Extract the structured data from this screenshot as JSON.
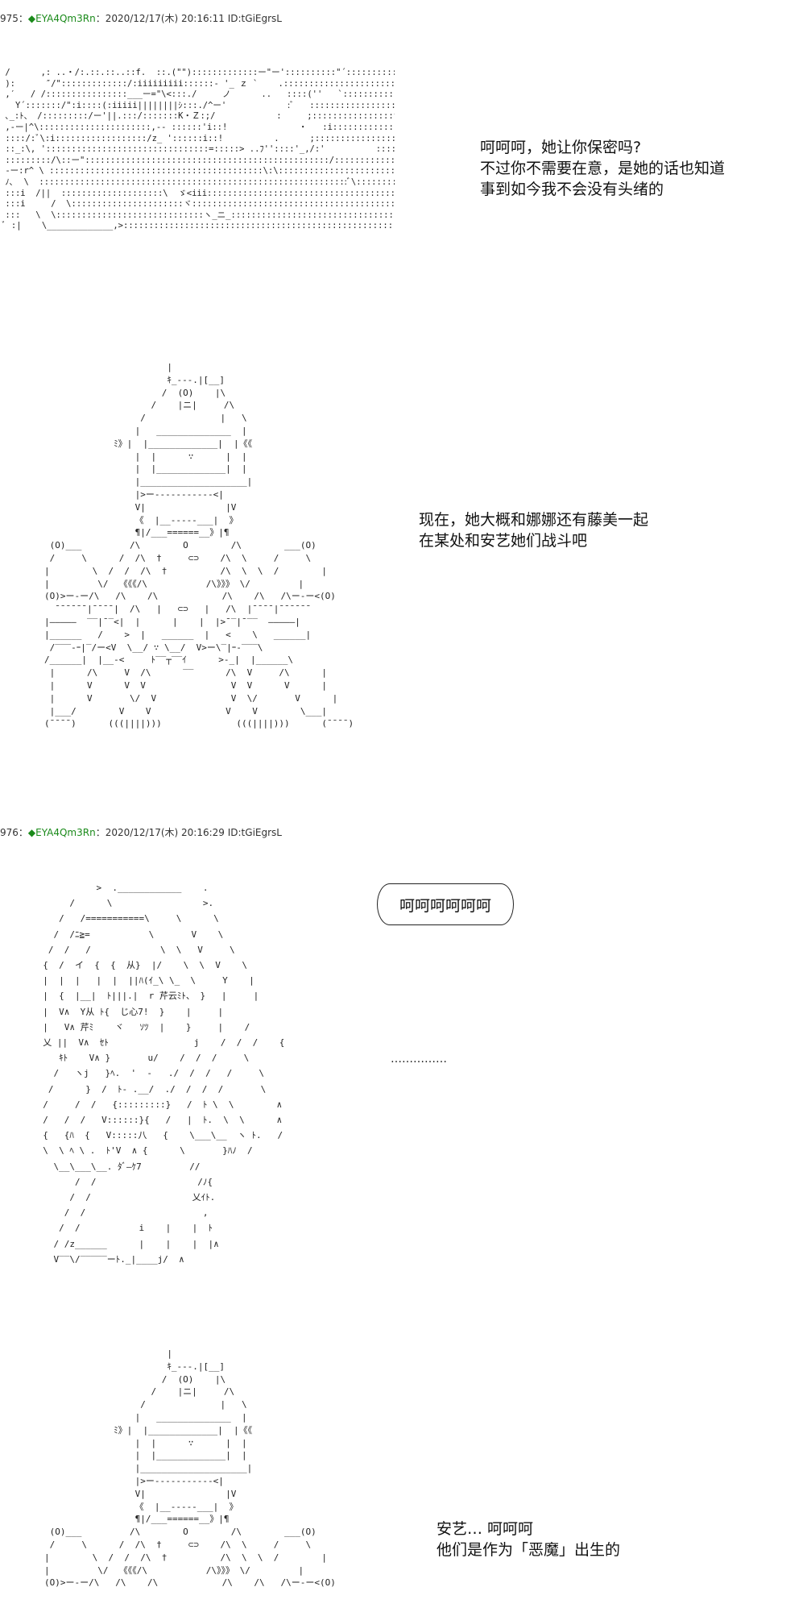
{
  "posts": [
    {
      "number": "975",
      "separator": "：",
      "name": "◆EYA4Qm3Rn",
      "meta": "：2020/12/17(木) 20:16:11 ID:tGiEgrsL"
    },
    {
      "number": "976",
      "separator": "：",
      "name": "◆EYA4Qm3Rn",
      "meta": "：2020/12/17(木) 20:16:29 ID:tGiEgrsL"
    }
  ],
  "dialogs": {
    "d1_line1": "呵呵呵，她让你保密吗?",
    "d1_line2": "不过你不需要在意，是她的话也知道",
    "d1_line3": "事到如今我不会没有头绪的",
    "d2_line1": "现在，她大概和娜娜还有藤美一起",
    "d2_line2": "在某处和安艺她们战斗吧",
    "bubble": "呵呵呵呵呵呵",
    "dots": "……………",
    "d4_line1": "安艺… 呵呵呵",
    "d4_line2": "他们是作为「恶魔」出生的"
  },
  "art": {
    "face_closeup": " /      ,: ..・/:.::.::..::f.  ::.(\"\"):::::::::::::ー\"ー'::::::::::\"´:::::::::::::t:ー、\n ):      ″/\":::::::::::::/:iiiiiiiii::::::- '_ ｚ `    .::::::::::::::::::::::::::::::::丶*i:::i\n ,′   / /::::::::::::::::___ー=\"\\<:::./     ノ      ..   ::::(''   `:::::::::::::)\\\\\n   Y´:::::::/\":i::::(:iiiii||||||||ｼ:::./^ー'            :ﾞ   ::::::::::::::::::::ノ:::::::::)(^、\n ､_:ﾄ、 /:::::::::/ー'||.:::/:::::::K・Ｚ:;/            :     ;::::::::::::::::fiiiii:r.::::r^::::i\n ,-ー|^\\::::::::::::::::::::::,-- ::::::'i::!              ・   :i::::::::::::::::::7=r::::::::1::::i:!\n ::::/:ﾞ\\:i::::::::::::::::::/z_ '::::::i::!          .      ;::::::::::::::::fi||||||i:::~:::::::::::|\n ::_:\\, '::::::::::::::::::::::::::::::::=:::::> ..ﾌ''::::'_,/:'          :::::::::::::::::::::::::::>=\"::::::::::::::::|\n :::::::::/\\::ー\"::::::::::::::::::::::::::::::::::::::::::::::::/:::::::::::::::::::::::::::::::::::::::::::::,:::::::::::::/z_,ヽ::::::::::::::::::|\n -ー:r^ \\ ::::::::::::::::::::::::::::::::::::::::::\\:\\:::::::::::::::::::::::::::::::::/::::::::::::::::::::> _フ::::::::::::::::::::::|\n ﾉ､  \\  :::::::::::::::::::::::::::::::::::::::::::::::::::::::::::::ﾞ\\::::::::::::ー<ー-ニ):::::::::::::::::::::::::::::::ﾞ=-::::::::::::::::::::::\",/ノ/\\\n :::i  /||  ::::::::::::::::::::\\  ゞ<iii:::::::::::::::::::::::::::::::::::::::::::::::::::::::::::::::::::::::::/iii||||l::::::::(\"\" / / ,r::\n :::i     /  \\::::::::::::::::::::::ヾ::::::::::::::::::::::::::::::::::::::::::::::::::::::::::::::::::::::> \"\"ノ:::::::::~ :_;'/ !/:::::\n :::   \\  \\:::::::::::::::::::::::::::::ヽ_ニ_::::::::::::::::::::::::::::::::::::::::::::::::/:::/:-' - :ﾞ:/:::i:ヽ\n ﾞ :|    \\_____________,>::::::::::::::::::::::::::::::::::::::::::::::::::::::::::ノ-ー-ー-/:-'ﾞ:::::> ･ﾞ:::",
    "devil_figure": "                       |\n                       ｷ_---.|[__]\n                      /  (O)    |\\\n                    /    |ニ|     /\\\n                  /              |   \\\n                 |   ______________  |\n             ﾐ》|  |_____________|  |《《\n                 |  |      ∵      |  |\n                 |  |_____________|  |\n                 |____________________|\n                 |>ー-----------<|\n                 V|               |V\n                 《  |__-----___|  》\n                 ¶|/___======__》|¶\n (O)___         /\\        O        /\\        ___(O)\n /     \\      /  /\\  †     ⊂⊃    /\\  \\     /     \\\n|        \\  /  /  /\\  †          /\\  \\  \\  /        |\n|         \\/  《《《/\\           /\\》》》 \\/         |\n(O)>ー-ー/\\   /\\    /\\            /\\    /\\   /\\ー-ー<(O)\n  ¯¯¯¯¯¯|¯¯¯¯|  /\\   |   ⊂⊃   |   /\\  |¯¯¯¯|¯¯¯¯¯¯\n|—————  ‾‾|¯‾<|  |      |    |  |>¯‾|¯‾‾  —————|\n|______   /    >  |   ______  |   <    \\   ______|\n /‾‾‾-ｰ|‾/ー<V  \\__/ ∵ \\__/  V>ー\\‾|ｰ-‾‾‾\\\n/______|  |__-<     ﾄ‾‾┬‾‾ｲ      >-_|  |______\\\n |      /\\     V  /\\      ‾‾      /\\  V     /\\      |\n |      V      V  V                V  V      V      |\n |      V       \\/  V              V  \\/       V      |\n |___/        V    V              V    V        \\___|\n(¯¯¯¯)      (((||||)))              (((||||)))      (¯¯¯¯)",
    "girl_figure": "            >  .____________    .\n       /      \\                 >.\n     /   /===========\\     \\      \\\n    /  /ﾆ≧=           \\       V    \\\n   /  /   /             \\  \\   V     \\\n  {  /  イ  {  {  从}  |/    \\  \\  V    \\\n  |  |  |   |  |  ||ﾊ(ｲ_\\ \\_  \\     Y    |\n  |  {  |__|  ﾄ|||.|  r 芹云ﾐﾄ、 }   |     |\n  |  V∧  Y从 ﾄ{  じ心7!  }    |     |\n  |   V∧ 芹ﾐ    ヾ   ｿﾂ  |    }     |    /\n  乂 ||  V∧  ｾﾄ                j    /  /  /    {\n     ｷﾄ    V∧ }       u/    /  /  /     \\\n    /   ヽj   }ﾍ.  '  -   ./  /  /   /     \\\n   /      }  /  ﾄ- .__/  ./  /  /  /       \\\n  /     /  /   {:::::::::}   /  ﾄ \\  \\        ∧\n  /   /  /   V::::::}{   /   |  ﾄ.  \\  \\      ∧\n  {   {ﾊ  {   V:::::八   {    \\___\\__  ヽ ﾄ.   /\n  \\  \\ ﾍ \\ .  ﾄ'V  ∧ {      \\       }ﾊﾉ  /\n    \\__\\___\\__. ﾀﾞ—ｹ7         //\n        /  /                   /ﾉ{\n       /  /                   乂ｲﾄ.\n      /  /                      ,\n     /  /           i    |    |  ﾄ\n    / /z______      |    |    |  |∧\n    V‾‾\\/‾‾‾‾‾ーﾄ._|____j/  ∧",
    "devil_figure_2": "                       |\n                       ｷ_---.|[__]\n                      /  (O)    |\\\n                    /    |ニ|     /\\\n                  /              |   \\\n                 |   ______________  |\n             ﾐ》|  |_____________|  |《《\n                 |  |      ∵      |  |\n                 |  |_____________|  |\n                 |____________________|\n                 |>ー-----------<|\n                 V|               |V\n                 《  |__-----___|  》\n                 ¶|/___======__》|¶\n (O)___         /\\        O        /\\        ___(O)\n /     \\      /  /\\  †     ⊂⊃    /\\  \\     /     \\\n|        \\  /  /  /\\  †          /\\  \\  \\  /        |\n|         \\/  《《《/\\           /\\》》》 \\/         |\n(O)>ー-ー/\\   /\\    /\\            /\\    /\\   /\\ー-ー<(O)"
  }
}
